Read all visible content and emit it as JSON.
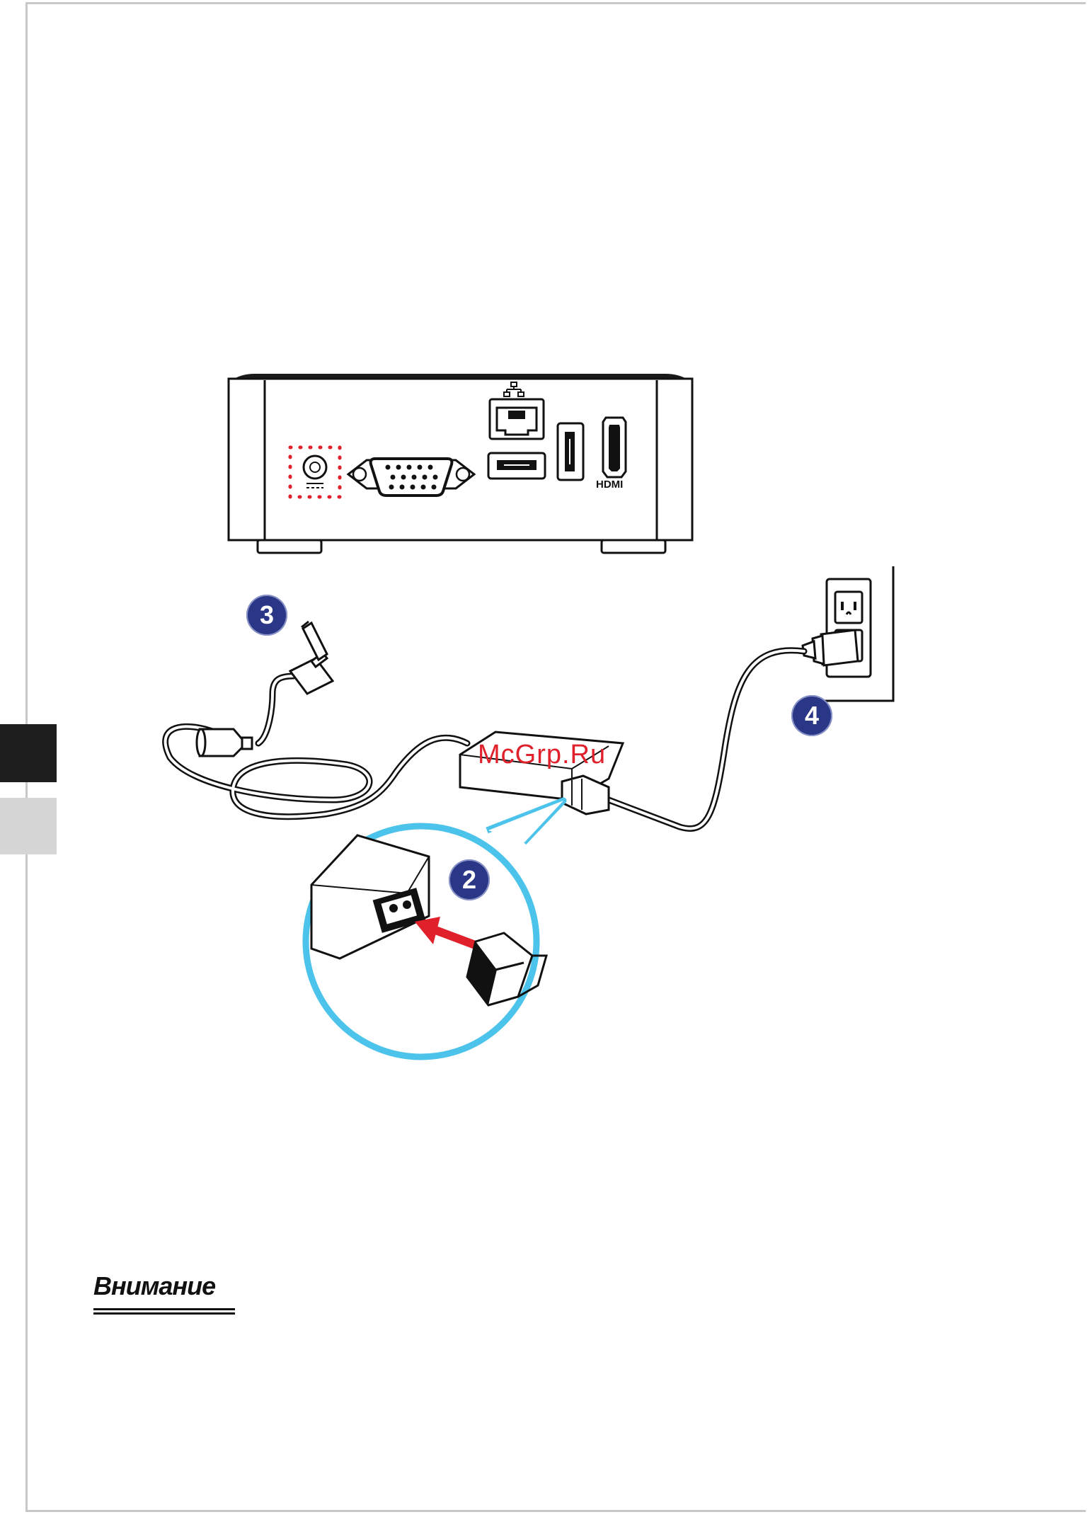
{
  "watermark": "McGrp.Ru",
  "steps": {
    "step2": "2",
    "step3": "3",
    "step4": "4"
  },
  "ports": {
    "hdmi_label": "HDMI"
  },
  "attention": {
    "heading": "Внимание"
  },
  "colors": {
    "badge": "#2a3786",
    "magnifier": "#4cc3ea",
    "arrow": "#e0202a",
    "highlight_dots": "#e0202a",
    "side_tab_active": "#1e1e1e",
    "side_tab_inactive": "#d6d6d6"
  }
}
